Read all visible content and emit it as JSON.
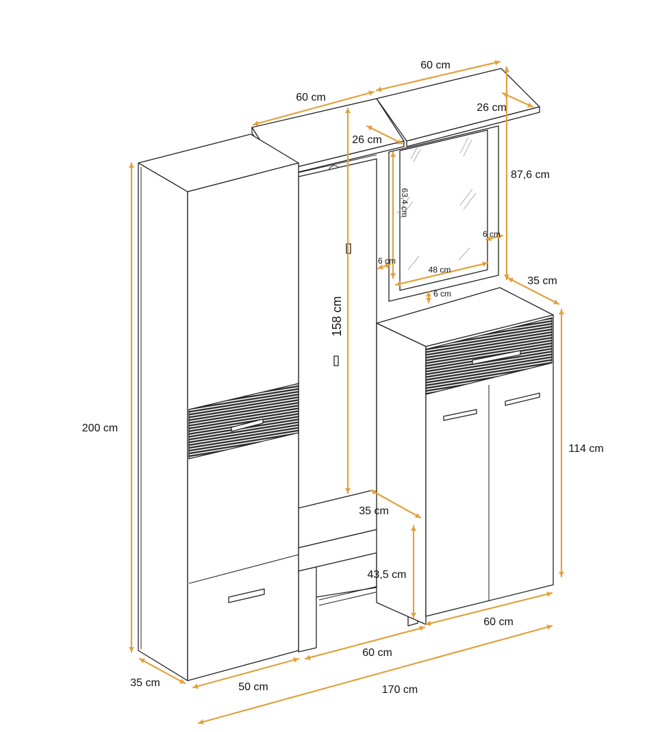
{
  "colors": {
    "dimension_line": "#e3a03c",
    "outline": "#1f1f1f",
    "wood_texture": "#2e2e2e",
    "background": "#ffffff"
  },
  "dimensions": {
    "top_right_shelf_width": "60 cm",
    "top_left_shelf_width": "60 cm",
    "right_shelf_depth": "26 cm",
    "left_shelf_depth": "26 cm",
    "mirror_panel_height": "87,6 cm",
    "mirror_glass_height": "63,4 cm",
    "mirror_right_border": "6 cm",
    "mirror_left_border": "6 cm",
    "mirror_glass_width": "48 cm",
    "mirror_bottom_border": "6 cm",
    "shoe_cabinet_depth": "35 cm",
    "coat_panel_height": "158 cm",
    "total_height": "200 cm",
    "shoe_cabinet_height": "114 cm",
    "bench_depth": "35 cm",
    "bench_height": "43,5 cm",
    "shoe_cabinet_width": "60 cm",
    "bench_width": "60 cm",
    "wardrobe_depth": "35 cm",
    "wardrobe_width": "50 cm",
    "total_width": "170 cm"
  }
}
